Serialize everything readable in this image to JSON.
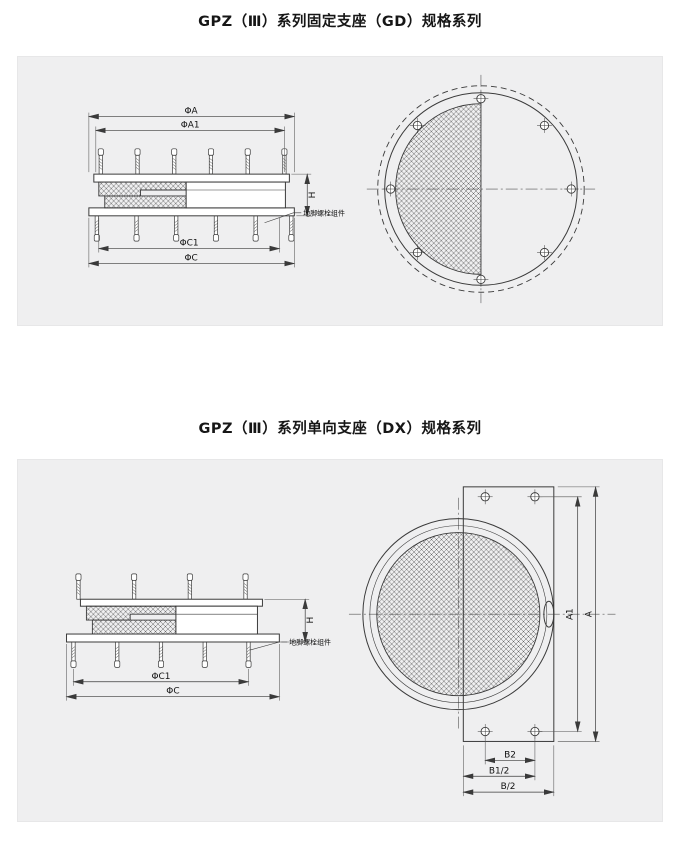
{
  "section_gd": {
    "title": "GPZ（Ⅲ）系列固定支座（GD）规格系列",
    "cross_section": {
      "dim_phi_a": "ΦA",
      "dim_phi_a1": "ΦA1",
      "dim_phi_c1": "ΦC1",
      "dim_phi_c": "ΦC",
      "dim_h": "H",
      "anchor_bolt_label": "地脚螺栓组件"
    }
  },
  "section_dx": {
    "title": "GPZ（Ⅲ）系列单向支座（DX）规格系列",
    "cross_section": {
      "dim_phi_c1": "ΦC1",
      "dim_phi_c": "ΦC",
      "dim_h": "H",
      "anchor_bolt_label": "地脚螺栓组件"
    },
    "plan_view": {
      "dim_a1": "A1",
      "dim_a": "A",
      "dim_b2": "B2",
      "dim_b1_2": "B1/2",
      "dim_b_2": "B/2"
    }
  },
  "colors": {
    "page_bg": "#ffffff",
    "panel_bg": "#efeff0",
    "line": "#3a3a3a"
  }
}
